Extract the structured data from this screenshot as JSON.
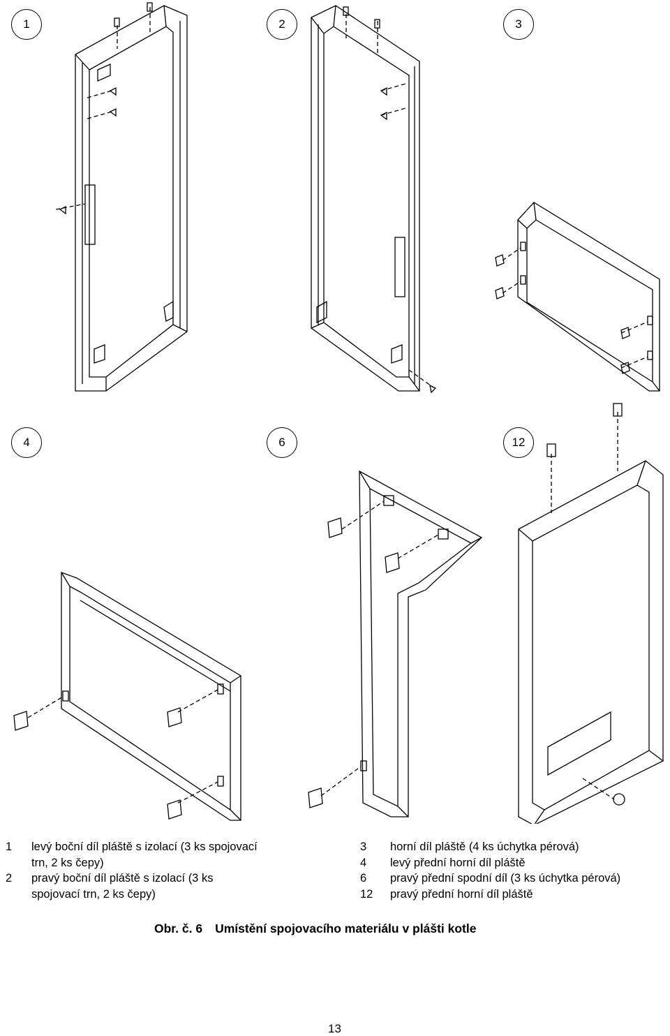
{
  "figure_labels": [
    "1",
    "2",
    "3",
    "4",
    "6",
    "12"
  ],
  "legend": {
    "left": [
      {
        "num": "1",
        "lines": [
          "levý boční díl pláště s izolací (3 ks spojovací",
          "trn, 2 ks čepy)"
        ]
      },
      {
        "num": "2",
        "lines": [
          "pravý boční díl pláště s izolací (3 ks",
          "spojovací trn, 2 ks čepy)"
        ]
      }
    ],
    "right": [
      {
        "num": "3",
        "text": "horní díl pláště (4 ks úchytka pérová)"
      },
      {
        "num": "4",
        "text": "levý přední horní díl pláště"
      },
      {
        "num": "6",
        "text": "pravý přední spodní díl (3 ks úchytka pérová)"
      },
      {
        "num": "12",
        "text": "pravý přední horní díl pláště"
      }
    ]
  },
  "caption": {
    "label": "Obr. č. 6",
    "text": "Umístění spojovacího materiálu v plášti kotle"
  },
  "page_number": "13"
}
